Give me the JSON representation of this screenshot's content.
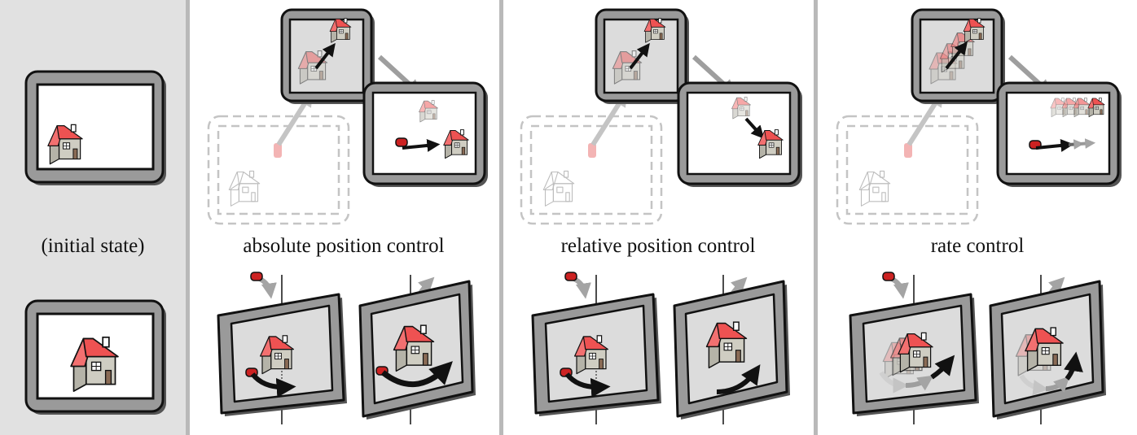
{
  "panels": [
    {
      "id": "initial",
      "caption": "(initial state)"
    },
    {
      "id": "absolute",
      "caption": "absolute position control"
    },
    {
      "id": "relative",
      "caption": "relative position control"
    },
    {
      "id": "rate",
      "caption": "rate control"
    }
  ],
  "colors": {
    "first_panel_bg": "#e1e1e1",
    "divider": "#b9b9b9",
    "frame": "#9a9a9a",
    "screen": "#dcdcdc",
    "roof": "#ef5a5a",
    "wall": "#cfcdc2",
    "pen_tip": "#cc2222",
    "ghost": "#bdbdbd",
    "arrow_gray": "#9e9e9e"
  },
  "icons": [
    "house-icon",
    "tablet-frame-icon",
    "pointer-tip-icon",
    "movement-arrow-icon",
    "rotation-arrow-icon"
  ]
}
